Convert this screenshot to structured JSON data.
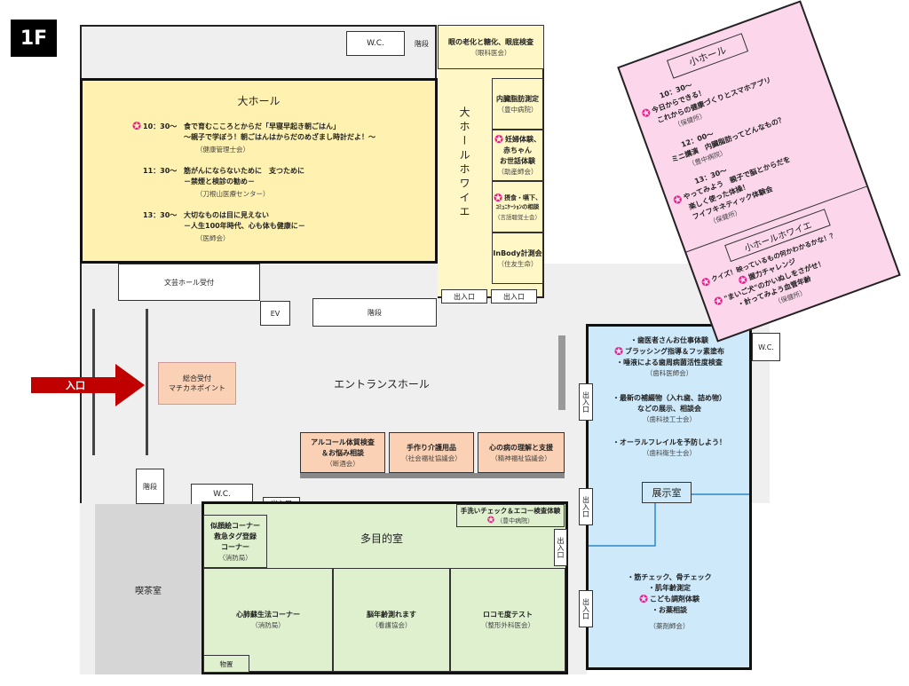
{
  "floor": "1F",
  "entrance_arrow": "入口",
  "wc": "W.C.",
  "stairs": "階段",
  "ev": "EV",
  "door": "出入口",
  "reception_bunka": "文芸ホール受付",
  "reception_general": {
    "line1": "総合受付",
    "line2": "マチカネポイント"
  },
  "entrance_hall": "エントランスホール",
  "storage": "物置",
  "cafe": "喫茶室",
  "eye_check": {
    "line1": "眼の老化と糖化、眼底検査",
    "org": "（眼科医会）"
  },
  "foyer_label": "大ホールホワイエ",
  "foyer_booths": [
    {
      "lines": [
        "内臓脂肪測定"
      ],
      "org": "（豊中病院）",
      "star": false
    },
    {
      "lines": [
        "妊婦体験、",
        "赤ちゃん",
        "お世話体験"
      ],
      "org": "（助産師会）",
      "star": true
    },
    {
      "lines": [
        "摂食・嚥下、",
        "ｺﾐｭﾆｹｰｼｮﾝの相談"
      ],
      "org": "（言語聴覚士会）",
      "star": true
    },
    {
      "lines": [
        "InBody計測会"
      ],
      "org": "（住友生命）",
      "star": false
    }
  ],
  "big_hall": {
    "title": "大ホール",
    "events": [
      {
        "time": "10：30～",
        "star": true,
        "line1": "食で育むこころとからだ「早寝早起き朝ごはん」",
        "line2": "～親子で学ぼう！朝ごはんはからだのめざまし時計だよ！～",
        "org": "（健康管理士会）"
      },
      {
        "time": "11：30～",
        "star": false,
        "line1": "筋がんにならないために　支つために",
        "line2": "－禁煙と検診の勧め－",
        "org": "（刀根山医療センター）"
      },
      {
        "time": "13：30～",
        "star": false,
        "line1": "大切なものは目に見えない",
        "line2": "－人生100年時代、心も体も健康に－",
        "org": "（医師会）"
      }
    ]
  },
  "small_hall": {
    "title": "小ホール",
    "events": [
      {
        "time": "10：30～",
        "star": true,
        "lines": [
          "今日からできる！",
          "これからの健康づくりとスマホアプリ"
        ],
        "org": "（保健所）"
      },
      {
        "time": "12：00～",
        "star": false,
        "lines": [
          "ミニ講演　内臓脂肪ってどんなもの？"
        ],
        "org": "（豊中病院）"
      },
      {
        "time": "13：30～",
        "star": true,
        "lines": [
          "やってみよう　親子で脳とからだを",
          "楽しく使った体操！",
          "フイフキネティック体験会"
        ],
        "org": "（保健所）"
      }
    ],
    "foyer_title": "小ホールホワイエ",
    "foyer_items": [
      {
        "text": "クイズ！映っているもの何かわかるかな！？",
        "star": true
      },
      {
        "text": "握力チャレンジ",
        "star": true
      },
      {
        "text": "\"まいご犬\"のかいぬしをさがせ！",
        "star": true
      },
      {
        "text": "・計ってみよう血管年齢",
        "star": false
      }
    ],
    "foyer_org": "（保健所）"
  },
  "exhibition": {
    "title": "展示室",
    "groups": [
      {
        "items": [
          {
            "text": "・歯医者さんお仕事体験",
            "star": false
          },
          {
            "text": "ブラッシング指導＆フッ素塗布",
            "star": true
          },
          {
            "text": "・唾液による歯周病菌活性度検査",
            "star": false
          }
        ],
        "org": "（歯科医師会）"
      },
      {
        "items": [
          {
            "text": "・最新の補綴物（入れ歯、詰め物）",
            "star": false
          },
          {
            "text": "などの展示、相談会",
            "star": false
          }
        ],
        "org": "（歯科技工士会）"
      },
      {
        "items": [
          {
            "text": "・オーラルフレイルを予防しよう！",
            "star": false
          }
        ],
        "org": "（歯科衛生士会）"
      },
      {
        "items": [
          {
            "text": "・筋チェック、骨チェック",
            "star": false
          },
          {
            "text": "・肌年齢測定",
            "star": false
          },
          {
            "text": "こども調剤体験",
            "star": true
          },
          {
            "text": "・お薬相談",
            "star": false
          }
        ],
        "org": "（薬剤師会）"
      }
    ]
  },
  "hall_booths": [
    {
      "line1": "アルコール体質検査",
      "line2": "＆お悩み相談",
      "org": "（断酒会）"
    },
    {
      "line1": "手作り介護用品",
      "line2": "",
      "org": "（社会福祉協議会）"
    },
    {
      "line1": "心の病の理解と支援",
      "line2": "",
      "org": "（精神福祉協議会）"
    }
  ],
  "multipurpose": {
    "title": "多目的室",
    "handwash": {
      "text": "手洗いチェック＆エコー検査体験",
      "org": "（豊中病院）"
    },
    "portrait": {
      "lines": [
        "似顔絵コーナー",
        "救急タグ登録",
        "コーナー"
      ],
      "org": "（消防局）"
    },
    "bottom": [
      {
        "text": "心肺蘇生法コーナー",
        "org": "（消防局）"
      },
      {
        "text": "脳年齢測れます",
        "org": "（看護協会）"
      },
      {
        "text": "ロコモ度テスト",
        "org": "（整形外科医会）"
      }
    ]
  },
  "colors": {
    "big_hall": "#fff2b0",
    "foyer": "#fff7c6",
    "small_hall": "#fcd7ec",
    "exhibition": "#cde9fa",
    "multipurpose": "#dff0cf",
    "booth": "#fad1b4",
    "cafe": "#d6d6d6",
    "arrow": "#c00000",
    "star": "#ec1c8c"
  }
}
